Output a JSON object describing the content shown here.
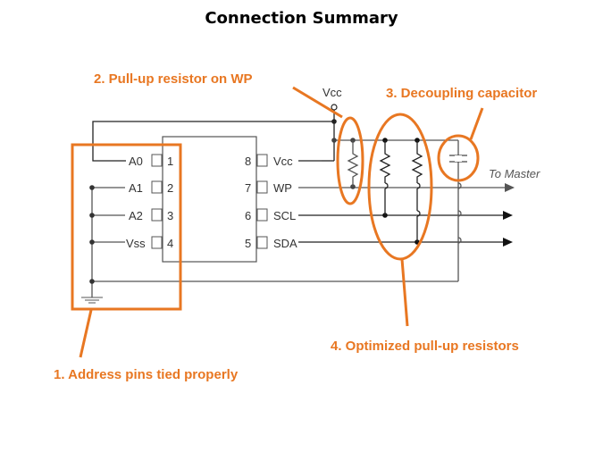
{
  "title": "Connection Summary",
  "callouts": {
    "address": "1. Address pins tied properly",
    "wp_pullup": "2. Pull-up resistor on WP",
    "decoupling": "3. Decoupling capacitor",
    "optimized": "4. Optimized pull-up resistors"
  },
  "chip": {
    "left_pins": [
      {
        "name": "A0",
        "num": "1"
      },
      {
        "name": "A1",
        "num": "2"
      },
      {
        "name": "A2",
        "num": "3"
      },
      {
        "name": "Vss",
        "num": "4"
      }
    ],
    "right_pins": [
      {
        "name": "Vcc",
        "num": "8"
      },
      {
        "name": "WP",
        "num": "7"
      },
      {
        "name": "SCL",
        "num": "6"
      },
      {
        "name": "SDA",
        "num": "5"
      }
    ]
  },
  "labels": {
    "vcc": "Vcc",
    "to_master": "To Master"
  },
  "colors": {
    "accent": "#e87722",
    "wire": "#222222"
  }
}
